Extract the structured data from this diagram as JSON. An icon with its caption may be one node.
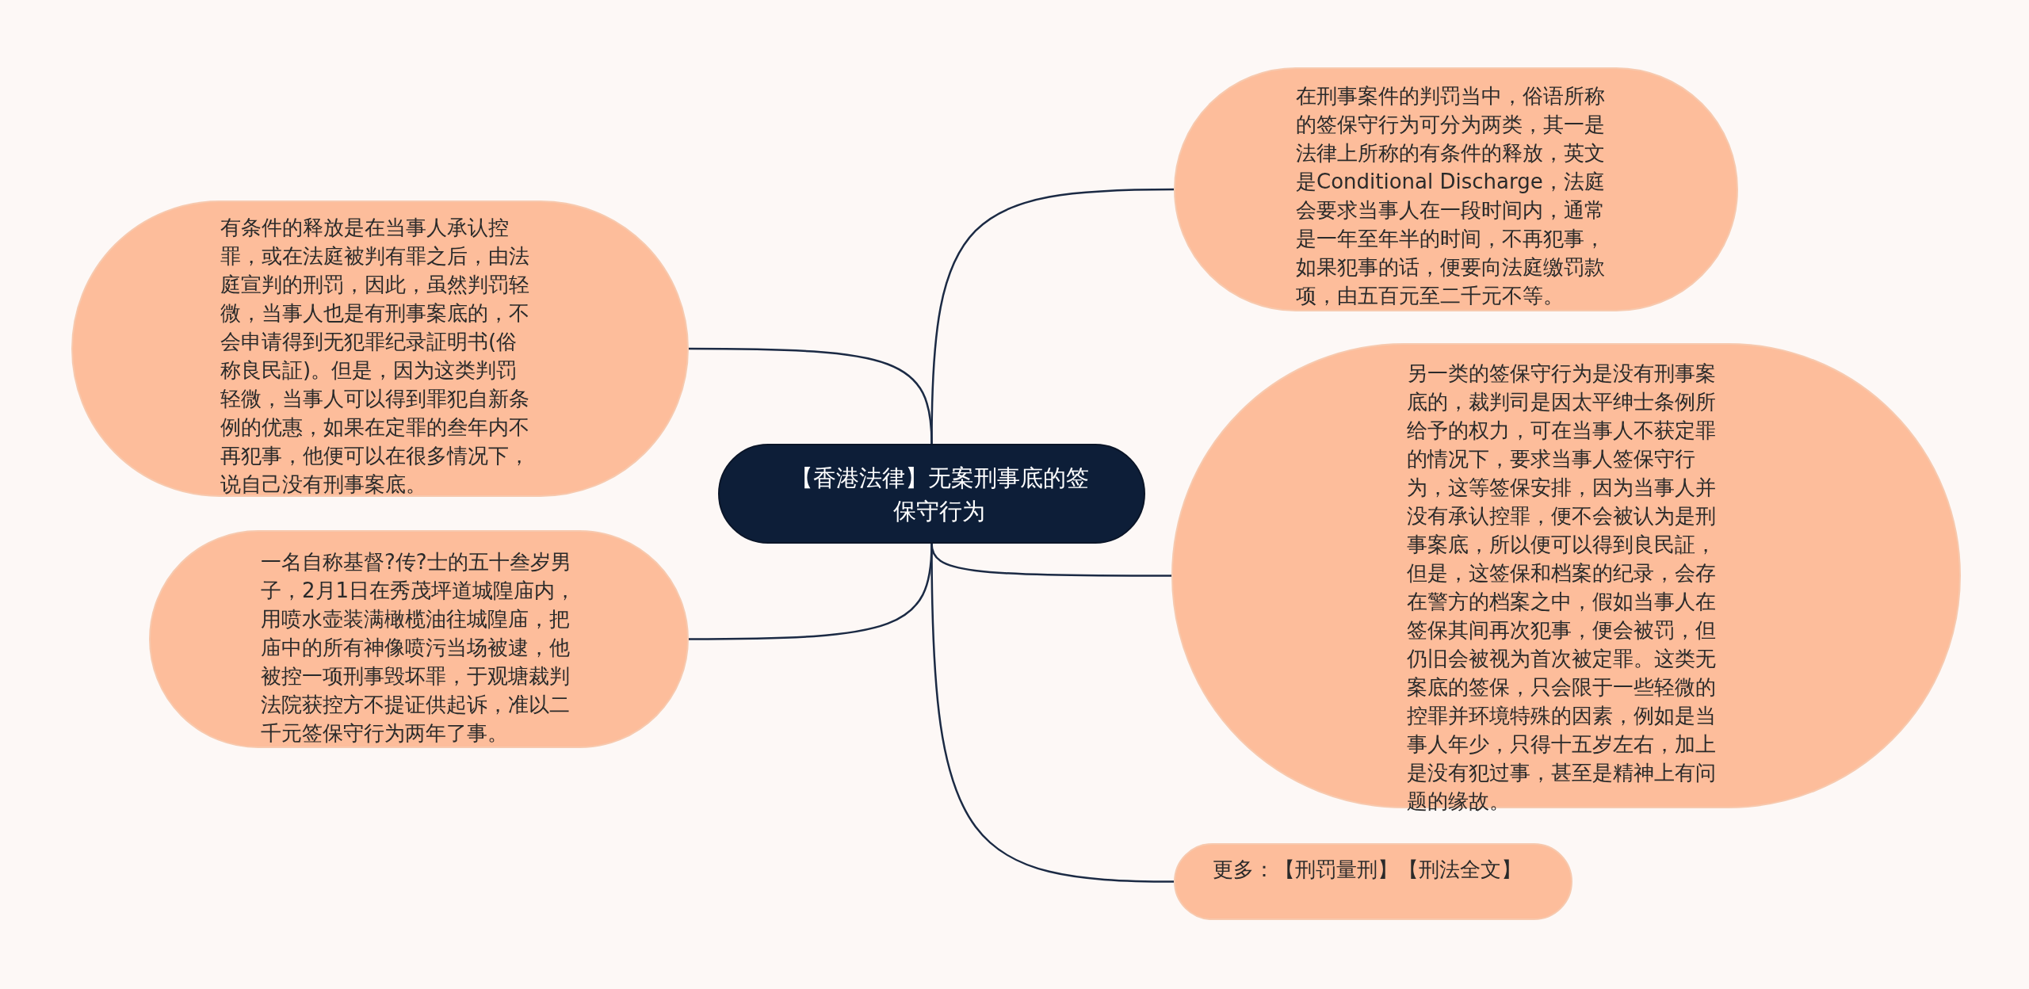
{
  "diagram": {
    "nodes": [
      {
        "text": [
          "【香港法律】无案刑事底的签保守行为"
        ]
      },
      {
        "text": [
          "在刑事案件的判罚当中，俗语所称的签保守行为可分为两类，其一是法律上所称的有条件的释放，英文是Conditional Discharge，法庭会要求当事人在一段时间内，通常是一年至年半的时间，不再犯事，如果犯事的话，便要向法庭缴罚款项，由五百元至二千元不等。"
        ]
      },
      {
        "text": [
          "另一类的签保守行为是没有刑事案底的，裁判司是因太平绅士条例所给予的权力，可在当事人不获定罪的情况下，要求当事人签保守行为，这等签保安排，因为当事人并没有承认控罪，便不会被认为是刑事案底，所以便可以得到良民証，但是，这签保和档案的纪录，会存在警方的档案之中，假如当事人在签保其间再次犯事，便会被罚，但仍旧会被视为首次被定罪。这类无案底的签保，只会限于一些轻微的控罪并环境特殊的因素，例如是当事人年少，只得十五岁左右，加上是没有犯过事，甚至是精神上有问题的缘故。"
        ]
      },
      {
        "text": [
          "更多：【刑罚量刑】【刑法全文】"
        ]
      },
      {
        "text": [
          "有条件的释放是在当事人承认控罪，或在法庭被判有罪之后，由法庭宣判的刑罚，因此，虽然判罚轻微，当事人也是有刑事案底的，不会申请得到无犯罪纪录証明书(俗称良民証)。但是，因为这类判罚轻微，当事人可以得到罪犯自新条例的优惠，如果在定罪的叁年内不再犯事，他便可以在很多情况下，说自己没有刑事案底。"
        ]
      },
      {
        "text": [
          "一名自称基督?传?士的五十叁岁男子，2月1日在秀茂坪道城隍庙内，用喷水壶装满橄榄油往城隍庙，把庙中的所有神像喷污当场被逮，他被控一项刑事毁坏罪，于观塘裁判法院获控方不提证供起诉，准以二千元签保守行为两年了事。"
        ]
      }
    ],
    "edges": [
      {
        "from": 0,
        "to": 1,
        "arrow": "none"
      },
      {
        "from": 0,
        "to": 2,
        "arrow": "none"
      },
      {
        "from": 0,
        "to": 3,
        "arrow": "none"
      },
      {
        "from": 0,
        "to": 4,
        "arrow": "none"
      },
      {
        "from": 0,
        "to": 5,
        "arrow": "none"
      }
    ]
  }
}
